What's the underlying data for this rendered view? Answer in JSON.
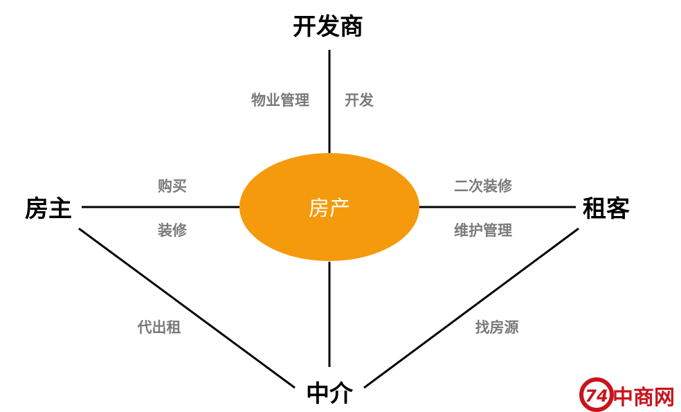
{
  "diagram": {
    "center": {
      "label": "房产",
      "fill": "#f59a0c"
    },
    "nodes": {
      "developer": "开发商",
      "owner": "房主",
      "tenant": "租客",
      "agency": "中介"
    },
    "edge_labels": {
      "developer_left": "物业管理",
      "developer_right": "开发",
      "owner_top": "购买",
      "owner_bottom": "装修",
      "tenant_top": "二次装修",
      "tenant_bottom": "维护管理",
      "owner_agency": "代出租",
      "tenant_agency": "找房源"
    },
    "line_color": "#000000"
  },
  "watermark": {
    "badge": "74",
    "text": "中商网",
    "color": "#c8141c"
  }
}
